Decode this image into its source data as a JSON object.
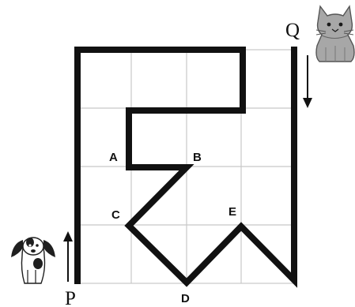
{
  "labels": {
    "q": "Q",
    "p": "P",
    "a": "A",
    "b": "B",
    "c": "C",
    "d": "D",
    "e": "E"
  },
  "colors": {
    "grid": "#c7c7c7",
    "path": "#111111",
    "cat": "#8c8c8c",
    "dog_spots": "#1f1f1f"
  },
  "icons": {
    "cat": "cat-icon",
    "dog": "dog-icon"
  }
}
